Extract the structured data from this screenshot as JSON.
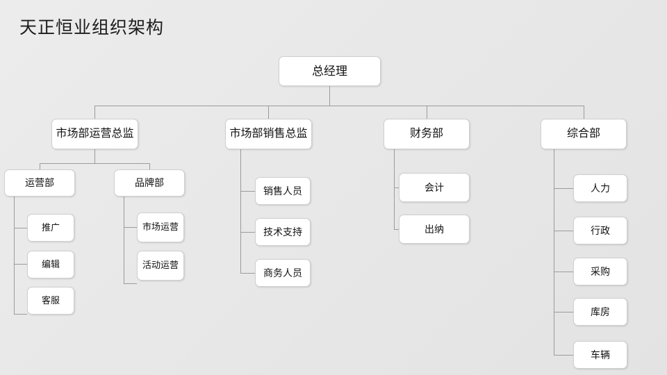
{
  "slide": {
    "title": "天正恒业组织架构",
    "background_color": "#e8e8e8",
    "box_fill": "#ffffff",
    "box_border_color": "#cfcfcf",
    "connector_color": "#9b9b9b",
    "text_color": "#111111"
  },
  "chart_data": {
    "type": "diagram",
    "diagram_type": "org-chart",
    "title": "天正恒业组织架构",
    "orientation": "top-down root, left-aligned sub-branches",
    "root": "总经理",
    "nodes": [
      {
        "id": "n0",
        "label": "总经理",
        "level": 0,
        "parent": null
      },
      {
        "id": "n1",
        "label": "市场部运营总监",
        "level": 1,
        "parent": "n0"
      },
      {
        "id": "n2",
        "label": "市场部销售总监",
        "level": 1,
        "parent": "n0"
      },
      {
        "id": "n3",
        "label": "财务部",
        "level": 1,
        "parent": "n0"
      },
      {
        "id": "n4",
        "label": "综合部",
        "level": 1,
        "parent": "n0"
      },
      {
        "id": "n5",
        "label": "运营部",
        "level": 2,
        "parent": "n1"
      },
      {
        "id": "n6",
        "label": "品牌部",
        "level": 2,
        "parent": "n1"
      },
      {
        "id": "n7",
        "label": "推广",
        "level": 3,
        "parent": "n5"
      },
      {
        "id": "n8",
        "label": "编辑",
        "level": 3,
        "parent": "n5"
      },
      {
        "id": "n9",
        "label": "客服",
        "level": 3,
        "parent": "n5"
      },
      {
        "id": "n10",
        "label": "市场运营",
        "level": 3,
        "parent": "n6"
      },
      {
        "id": "n11",
        "label": "活动运营",
        "level": 3,
        "parent": "n6"
      },
      {
        "id": "n12",
        "label": "销售人员",
        "level": 2,
        "parent": "n2"
      },
      {
        "id": "n13",
        "label": "技术支持",
        "level": 2,
        "parent": "n2"
      },
      {
        "id": "n14",
        "label": "商务人员",
        "level": 2,
        "parent": "n2"
      },
      {
        "id": "n15",
        "label": "会计",
        "level": 2,
        "parent": "n3"
      },
      {
        "id": "n16",
        "label": "出纳",
        "level": 2,
        "parent": "n3"
      },
      {
        "id": "n17",
        "label": "人力",
        "level": 2,
        "parent": "n4"
      },
      {
        "id": "n18",
        "label": "行政",
        "level": 2,
        "parent": "n4"
      },
      {
        "id": "n19",
        "label": "采购",
        "level": 2,
        "parent": "n4"
      },
      {
        "id": "n20",
        "label": "库房",
        "level": 2,
        "parent": "n4"
      },
      {
        "id": "n21",
        "label": "车辆",
        "level": 2,
        "parent": "n4"
      }
    ],
    "branch_counts": {
      "市场部运营总监": 2,
      "市场部销售总监": 3,
      "财务部": 2,
      "综合部": 5
    }
  }
}
